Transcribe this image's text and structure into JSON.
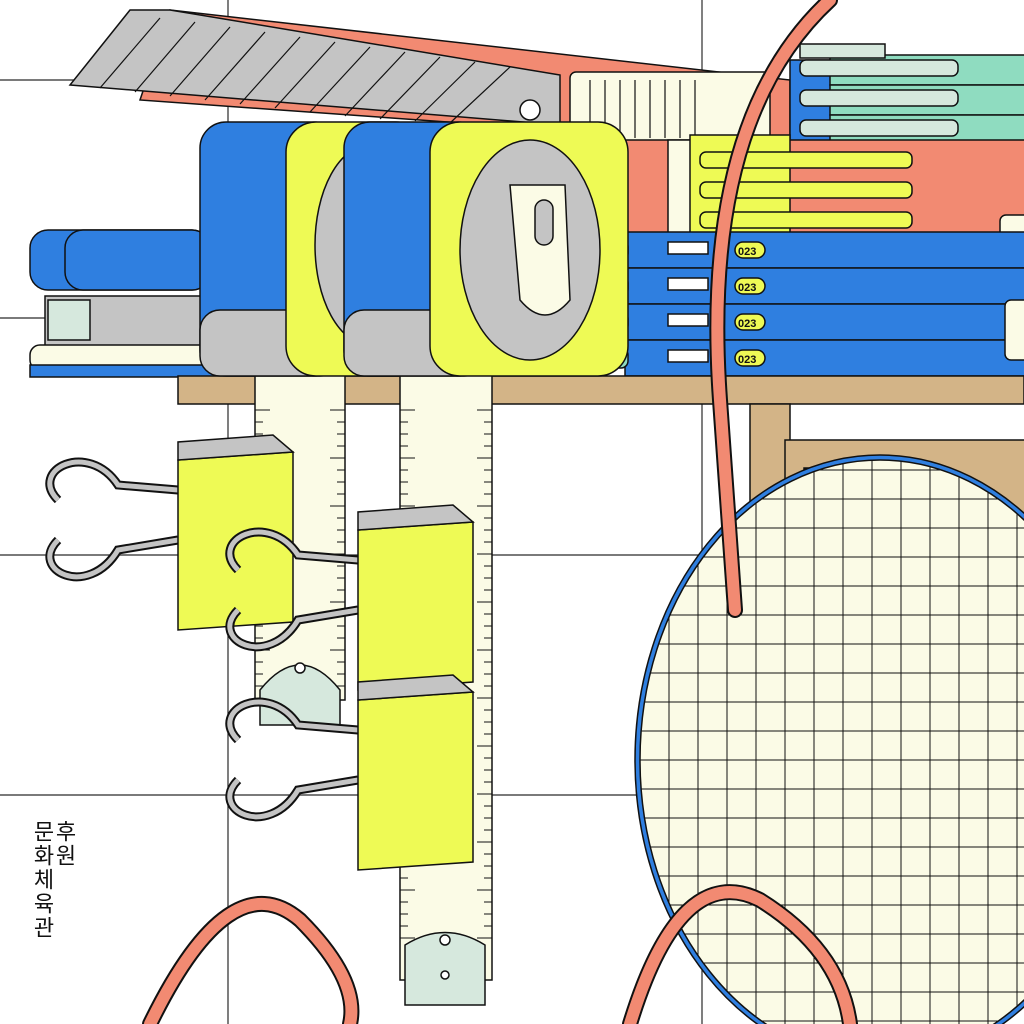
{
  "poster": {
    "caption_part1": "후원",
    "caption_part2": "문화체육관",
    "folder_tab_label": "023"
  },
  "palette": {
    "background": "#ffffff",
    "grid_line": "#2a2a2a",
    "salmon": "#f28a72",
    "blue": "#2f7fe0",
    "yellow": "#eefa55",
    "cream": "#fbfbe6",
    "mint": "#8fdcc0",
    "pale_mint": "#d6e8dd",
    "gray": "#c4c4c4",
    "tan": "#d3b487",
    "outline": "#111111"
  }
}
